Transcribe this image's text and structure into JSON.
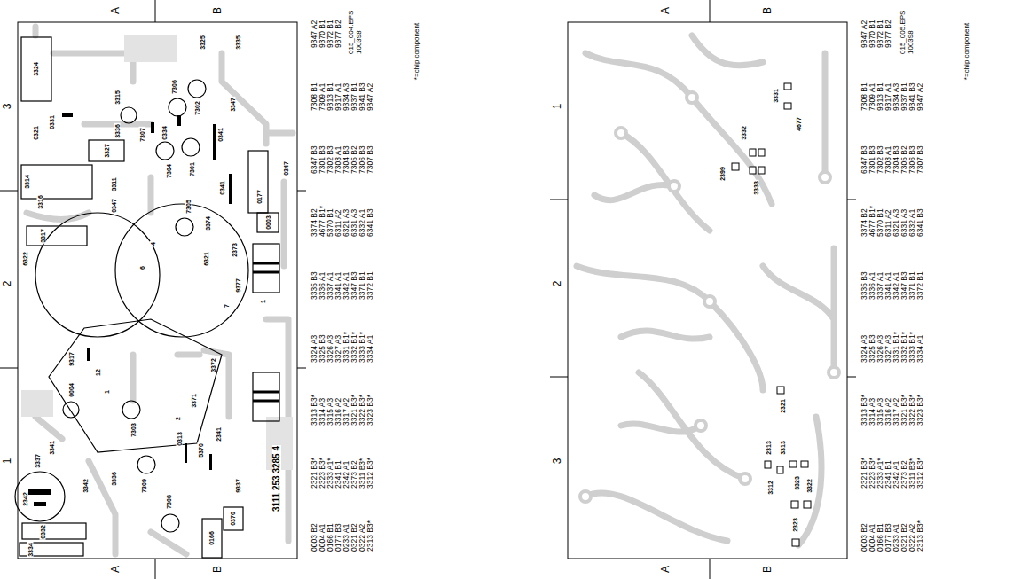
{
  "diagram": {
    "labels": [
      "A",
      "B",
      "A",
      "B",
      "3",
      "2",
      "1",
      "015_004.EPS 100398",
      "*=chip component",
      "3111 253 3285 4",
      "3324",
      "3325",
      "3335",
      "3315",
      "7306",
      "7302",
      "3347",
      "0331",
      "0321",
      "3336",
      "7307",
      "0334",
      "3327",
      "0341",
      "3314",
      "7304",
      "7301",
      "3311",
      "0341",
      "0347",
      "3316",
      "0347",
      "7305",
      "0177",
      "3374",
      "0003",
      "3317",
      "6322",
      "6321",
      "2373",
      "9377",
      "4",
      "6",
      "7",
      "1",
      "9317",
      "12",
      "1",
      "0004",
      "2",
      "3372",
      "3371",
      "7303",
      "0313",
      "5370",
      "2341",
      "3341",
      "3337",
      "3342",
      "3336",
      "7309",
      "7308",
      "9337",
      "0370",
      "2342",
      "0332",
      "3334",
      "0166",
      "0003 B2",
      "0004 A1",
      "0166 B1",
      "0177 B3",
      "0233 A1",
      "0321 B2",
      "0322 A2",
      "2313 B3*",
      "2321 B3*",
      "2323 B3*",
      "2333 A1*",
      "2341 B1",
      "2342 A1",
      "2373 B2",
      "3311 B3*",
      "3312 B3*",
      "3313 B3*",
      "3314 A3",
      "3315 A3",
      "3316 A2",
      "3317 A2",
      "3321 B3*",
      "3322 B3*",
      "3323 B3*",
      "3324 A3",
      "3325 B3",
      "3326 A3",
      "3327 A3",
      "3331 B1*",
      "3332 B1*",
      "3333 B1*",
      "3334 A1",
      "3335 B3",
      "3336 A1",
      "3337 A1",
      "3341 A1",
      "3342 A1",
      "3347 B3",
      "3371 B1",
      "3372 B1",
      "3374 B2",
      "4677 B1*",
      "5370 B1",
      "6311 A2",
      "6321 A3",
      "6331 A3",
      "6332 A1",
      "6341 B3",
      "6347 B3",
      "7301 B3",
      "7302 B3",
      "7303 A1",
      "7304 B3",
      "7305 B2",
      "7306 B3",
      "7307 B3",
      "7308 B1",
      "7309 A1",
      "9313 B1",
      "9317 A1",
      "9334 A3",
      "9337 B1",
      "9341 B3",
      "9347 A2",
      "9347 A2",
      "9370 B1",
      "9372 B1",
      "9377 B2",
      "A",
      "B",
      "A",
      "B",
      "1",
      "2",
      "3",
      "015_005.EPS 100398",
      "*=chip component",
      "3331",
      "4677",
      "3332",
      "2399",
      "3333",
      "2321",
      "2313",
      "3313",
      "3312",
      "3323",
      "3322",
      "2323",
      "0003 B2",
      "0004 A1",
      "0166 B1",
      "0177 B3",
      "0233 A1",
      "0321 B2",
      "0322 A2",
      "2313 B3*",
      "2321 B3*",
      "2323 B3*",
      "2333 A1*",
      "2341 B1",
      "2342 A1",
      "2373 B2",
      "3311 B3*",
      "3312 B3*",
      "3313 B3*",
      "3314 A3",
      "3315 A3",
      "3316 A2",
      "3317 A2",
      "3321 B3*",
      "3322 B3*",
      "3323 B3*",
      "3324 A3",
      "3325 B3",
      "3326 A3",
      "3327 A3",
      "3331 B1*",
      "3332 B1*",
      "3333 B1*",
      "3334 A1",
      "3335 B3",
      "3336 A1",
      "3337 A1",
      "3341 A1",
      "3342 A1",
      "3347 B3",
      "3371 B1",
      "3372 B1",
      "3374 B2",
      "4677 B1*",
      "5370 B1",
      "6311 A2",
      "6321 A3",
      "6331 A3",
      "6332 A1",
      "6341 B3",
      "6347 B3",
      "7301 B3",
      "7302 B3",
      "7303 A1",
      "7304 B3",
      "7305 B2",
      "7306 B3",
      "7307 B3",
      "7308 B1",
      "7309 A1",
      "9313 B1",
      "9317 A1",
      "9334 A3",
      "9337 B1",
      "9341 B3",
      "9347 A2",
      "9347 A2",
      "9370 B1",
      "9372 B1",
      "9377 B2"
    ]
  }
}
